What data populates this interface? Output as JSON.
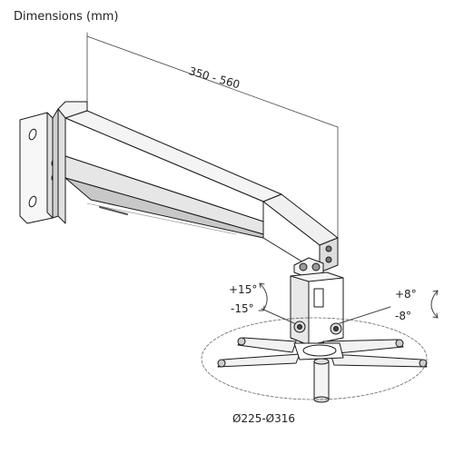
{
  "title": "Dimensions (mm)",
  "extension_range": "350 - 560",
  "tilt": {
    "up": "+15°",
    "down": "-15°"
  },
  "swivel": {
    "up": "+8°",
    "down": "-8°"
  },
  "mount_diameter": "Ø225-Ø316",
  "colors": {
    "line": "#1a1a1a",
    "metal": "#f2f2f2",
    "shadow": "#c8c8c8",
    "dark": "#555555"
  }
}
